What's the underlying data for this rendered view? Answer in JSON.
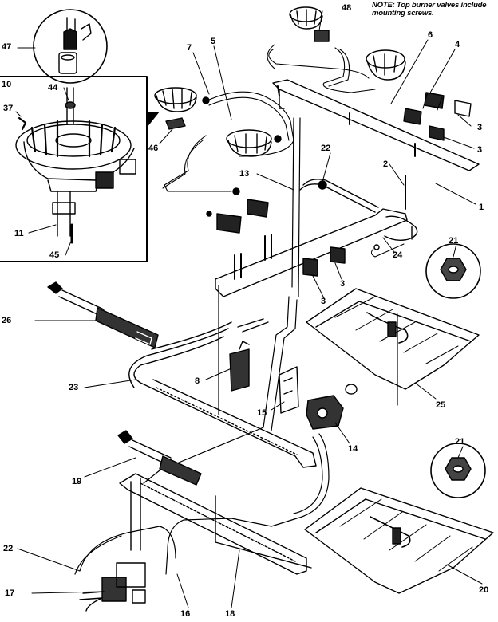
{
  "note": "NOTE: Top burner valves include mounting screws.",
  "callouts": {
    "c47": "47",
    "c10": "10",
    "c37": "37",
    "c44": "44",
    "c11": "11",
    "c45": "45",
    "c48": "48",
    "c7": "7",
    "c5": "5",
    "c6": "6",
    "c4": "4",
    "c46": "46",
    "c3a": "3",
    "c3b": "3",
    "c3c": "3",
    "c3d": "3",
    "c13": "13",
    "c22a": "22",
    "c2": "2",
    "c1": "1",
    "c24": "24",
    "c21a": "21",
    "c26": "26",
    "c8": "8",
    "c23": "23",
    "c25": "25",
    "c15": "15",
    "c14": "14",
    "c19": "19",
    "c21b": "21",
    "c22b": "22",
    "c17": "17",
    "c16": "16",
    "c18": "18",
    "c20": "20"
  }
}
